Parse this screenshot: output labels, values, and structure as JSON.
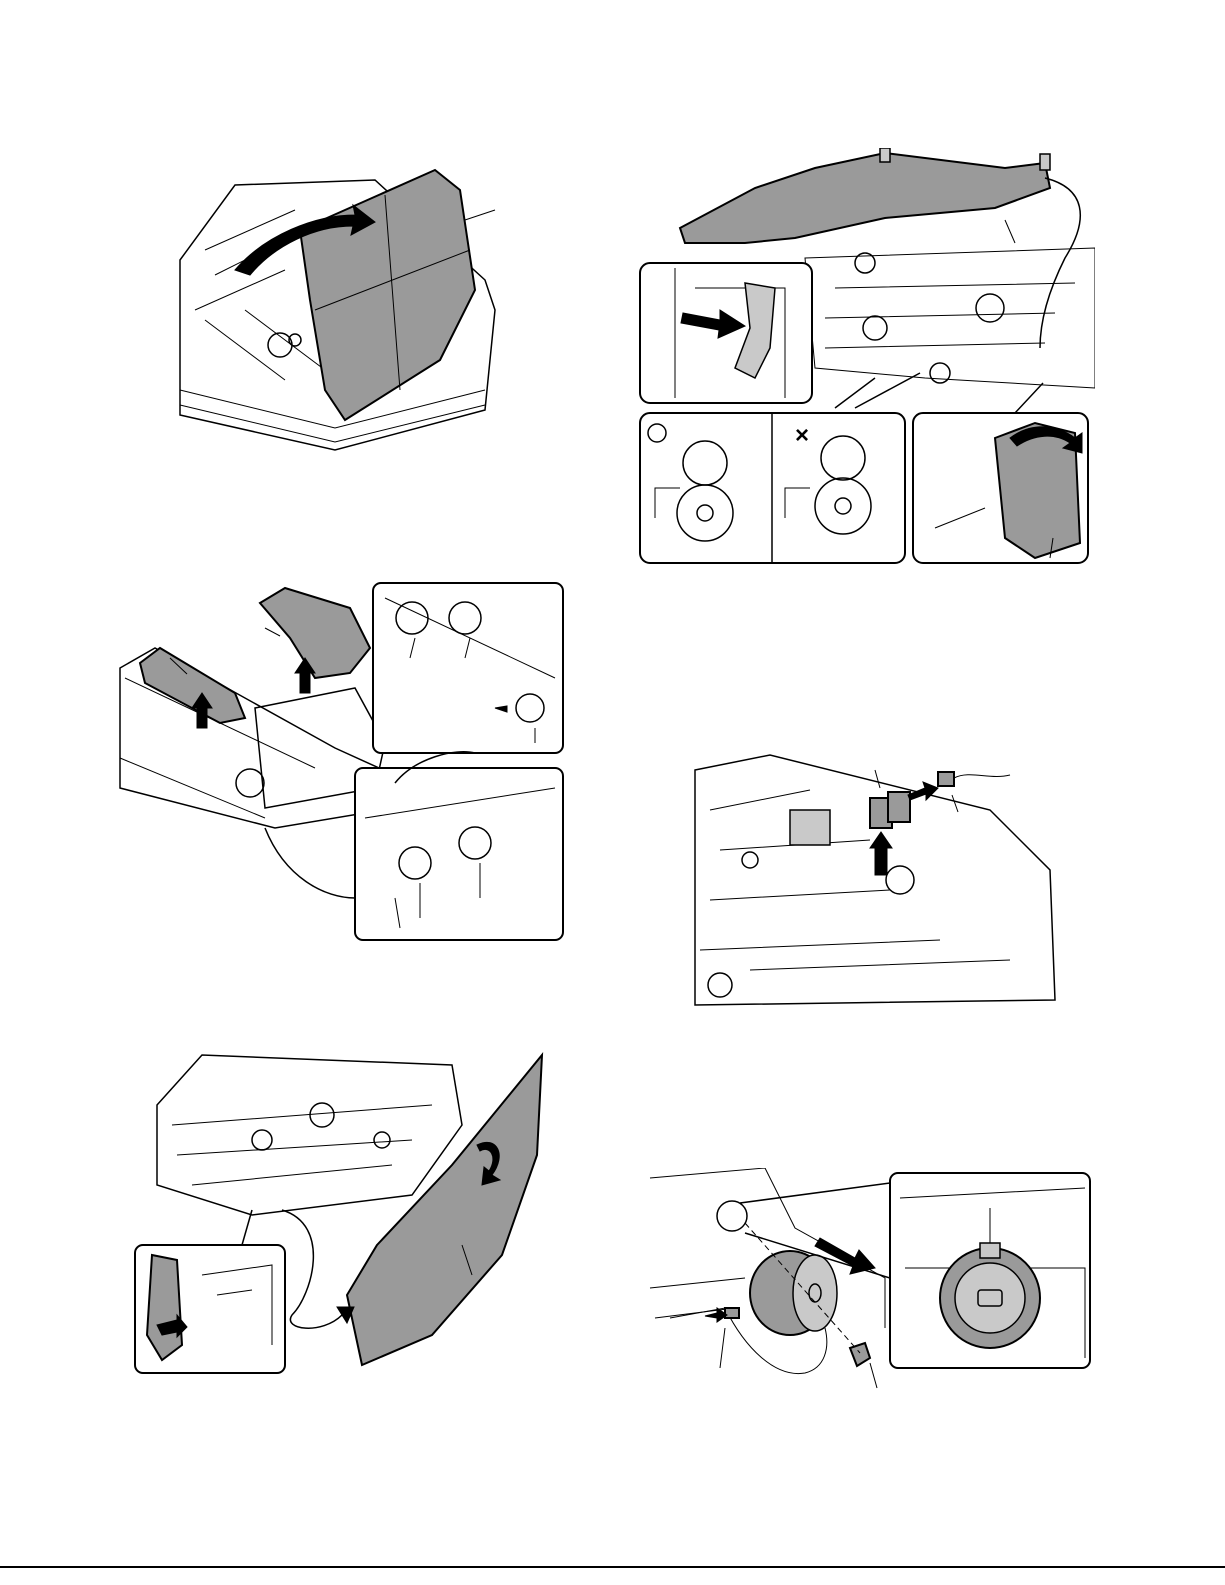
{
  "figures": [
    {
      "id": "fig-open-cover",
      "desc": ""
    },
    {
      "id": "fig-tray-remove",
      "desc": ""
    },
    {
      "id": "fig-cover-removal",
      "desc": ""
    },
    {
      "id": "fig-rear-cover",
      "desc": ""
    },
    {
      "id": "fig-sensor",
      "desc": ""
    },
    {
      "id": "fig-motor",
      "desc": ""
    }
  ],
  "symbols": {
    "ok": "O",
    "ng": "×"
  }
}
